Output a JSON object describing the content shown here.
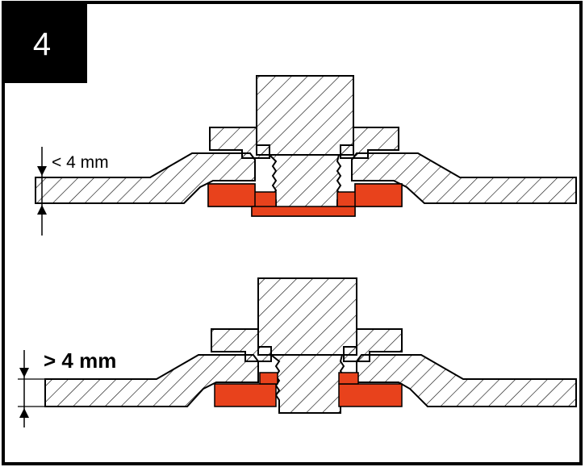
{
  "step": {
    "number": "4"
  },
  "diagram_top": {
    "dimension_label": "< 4 mm"
  },
  "diagram_bottom": {
    "dimension_label": "> 4 mm"
  },
  "colors": {
    "frame": "#000000",
    "badge_background": "#000000",
    "badge_text": "#ffffff",
    "accent_red": "#e8421c",
    "line": "#000000",
    "fill": "#ffffff"
  }
}
